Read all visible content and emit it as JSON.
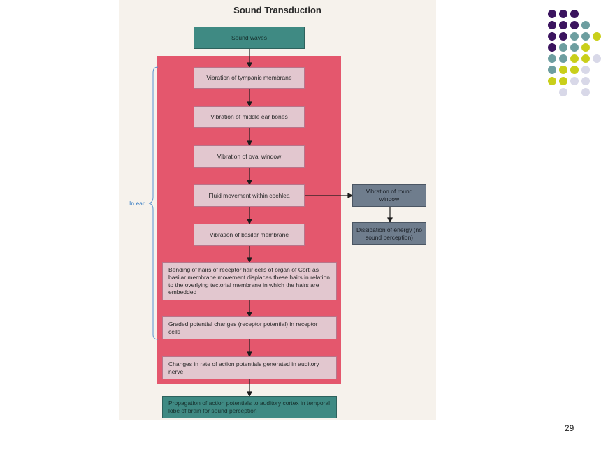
{
  "diagram": {
    "title": "Sound Transduction",
    "brace_label": "In ear",
    "steps": [
      "Sound waves",
      "Vibration of tympanic membrane",
      "Vibration of middle ear bones",
      "Vibration of oval window",
      "Fluid movement within cochlea",
      "Vibration of basilar membrane",
      "Bending of hairs of receptor hair cells of organ of Corti as basilar membrane movement displaces these hairs in relation to the overlying tectorial membrane in which the hairs are embedded",
      "Graded potential changes (receptor potential) in receptor cells",
      "Changes in rate of action potentials generated in auditory nerve",
      "Propagation of action potentials to auditory cortex in temporal lobe of brain for sound perception"
    ],
    "side_steps": [
      "Vibration of round window",
      "Dissipation of energy (no sound perception)"
    ]
  },
  "slide": {
    "page_number": "29"
  },
  "colors": {
    "teal": "#3f8a83",
    "pink_panel": "#e4576d",
    "pink_box": "#e2c7cf",
    "grey_box": "#6f7d8d",
    "dot_purple": "#3b145f",
    "dot_teal": "#6d9ea0",
    "dot_yellow": "#c9cf1a",
    "dot_lavender": "#d8d8e8"
  }
}
